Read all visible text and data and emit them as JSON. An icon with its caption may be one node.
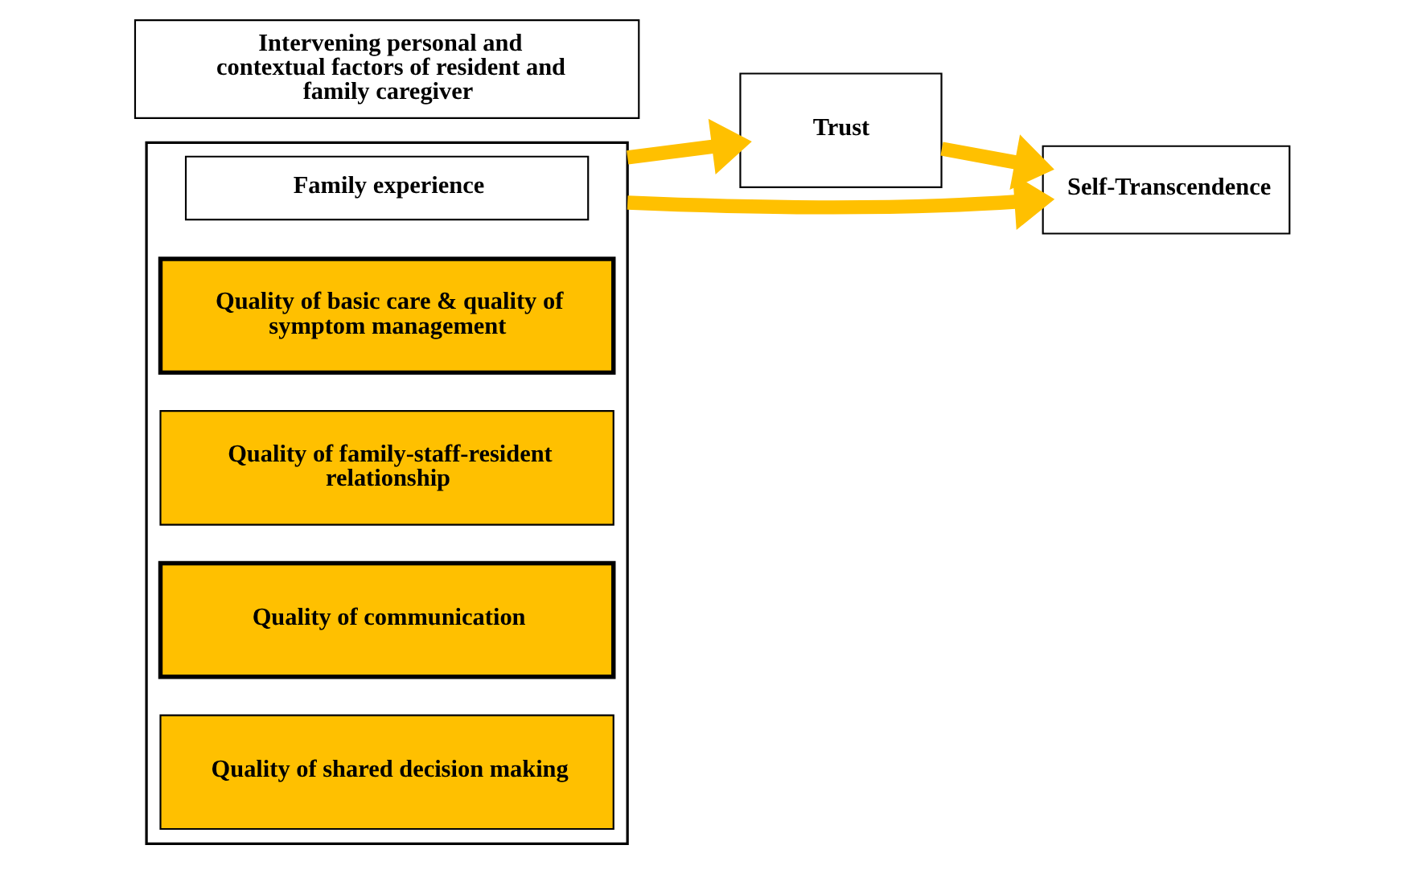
{
  "diagram": {
    "nodes": [
      {
        "text": [],
        "shape": "box"
      },
      {
        "text": [
          "Family experience"
        ],
        "in": 0
      },
      {
        "text": [
          "Quality of basic care & quality of symptom management"
        ],
        "in": 0
      },
      {
        "text": [
          "Quality of family-staff-resident relationship"
        ],
        "in": 0
      },
      {
        "text": [
          "Quality of communication"
        ],
        "in": 0
      },
      {
        "text": [
          "Quality of shared decision making"
        ],
        "in": 0
      },
      {
        "text": [
          "Trust"
        ]
      },
      {
        "text": [
          "Self-Transcendence"
        ]
      },
      {
        "text": [
          "Intervening personal and contextual factors of resident and family caregiver"
        ]
      }
    ],
    "edges": [
      {
        "from": 0,
        "to": 7,
        "arrow": "to"
      },
      {
        "from": 0,
        "to": 6,
        "arrow": "to"
      },
      {
        "from": 6,
        "to": 7,
        "arrow": "to"
      }
    ]
  }
}
